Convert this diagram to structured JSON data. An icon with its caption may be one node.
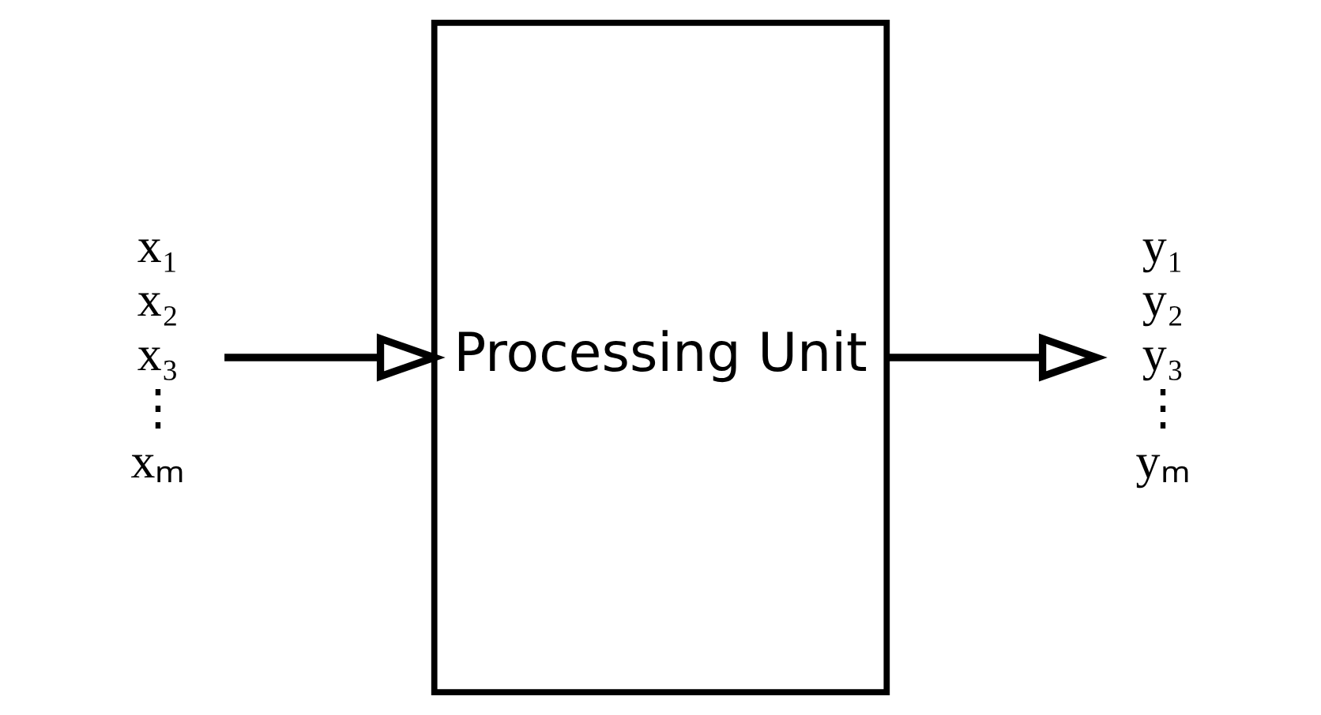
{
  "diagram": {
    "nodes": [
      {
        "text": [
          "x₁",
          "x₂",
          "x₃",
          "⋮",
          "xₘ"
        ]
      },
      {
        "text": [
          "Processing Unit"
        ]
      },
      {
        "text": [
          "y₁",
          "y₂",
          "y₃",
          "⋮",
          "yₘ"
        ]
      }
    ],
    "edges": [
      {
        "from": 0,
        "to": 1,
        "arrow": "to"
      },
      {
        "from": 1,
        "to": 2,
        "arrow": "to"
      }
    ]
  }
}
